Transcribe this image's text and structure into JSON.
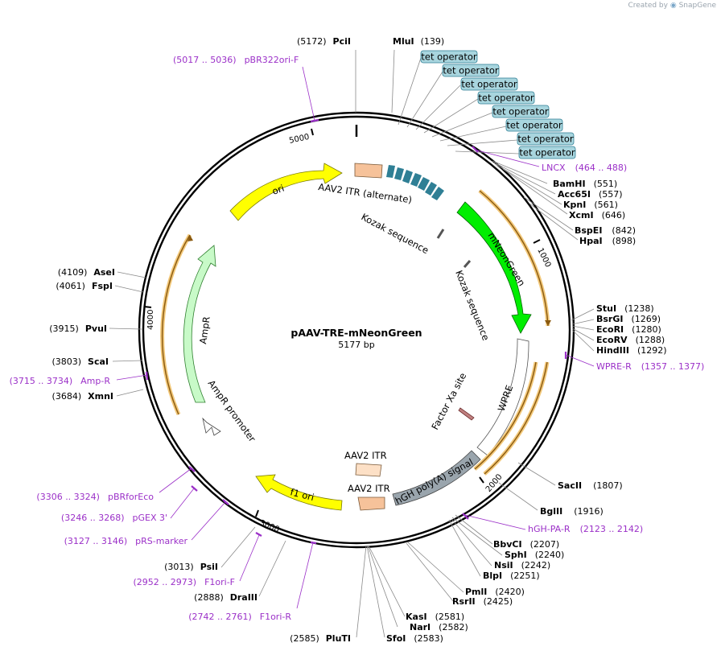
{
  "brand": {
    "prefix": "Created by",
    "name": "SnapGene"
  },
  "plasmid": {
    "name": "pAAV-TRE-mNeonGreen",
    "size_label": "5177 bp",
    "length": 5177
  },
  "ticks": [
    {
      "pos": 1000,
      "label": "1000"
    },
    {
      "pos": 2000,
      "label": "2000"
    },
    {
      "pos": 3000,
      "label": "3000"
    },
    {
      "pos": 4000,
      "label": "4000"
    },
    {
      "pos": 5000,
      "label": "5000"
    }
  ],
  "features": [
    {
      "name": "ori",
      "label": "ori",
      "color": "#ffff00",
      "arrow": "cw"
    },
    {
      "name": "mneongreen",
      "label": "mNeonGreen",
      "color": "#00ee00",
      "arrow": "cw"
    },
    {
      "name": "wpre",
      "label": "WPRE",
      "color": "#ffffff",
      "arrow": "none"
    },
    {
      "name": "hgh-polya",
      "label": "hGH poly(A) signal",
      "color": "#9aa5ad",
      "arrow": "cw"
    },
    {
      "name": "aav2-itr-box",
      "label": "AAV2 ITR",
      "color": "#f6c29a",
      "arrow": "none"
    },
    {
      "name": "aav2-itr-box-inner",
      "label": "AAV2 ITR",
      "color": "#fde0c6",
      "arrow": "none"
    },
    {
      "name": "f1-ori",
      "label": "f1 ori",
      "color": "#ffff00",
      "arrow": "ccw"
    },
    {
      "name": "ampr",
      "label": "AmpR",
      "color": "#c8fac8",
      "arrow": "ccw"
    },
    {
      "name": "ampr-promoter",
      "label": "AmpR promoter",
      "color": "#ffffff",
      "arrow": "ccw"
    },
    {
      "name": "aav2-itr-alternate",
      "label": "AAV2 ITR (alternate)",
      "color": "#f6c29a",
      "arrow": "none"
    },
    {
      "name": "tet-operator-cluster",
      "label": "",
      "color": "#2f7f95",
      "arrow": "none"
    },
    {
      "name": "kozak-1",
      "label": "Kozak sequence",
      "color": "#888888",
      "arrow": "none"
    },
    {
      "name": "kozak-2",
      "label": "Kozak sequence",
      "color": "#888888",
      "arrow": "none"
    },
    {
      "name": "factor-xa",
      "label": "Factor Xa site",
      "color": "#c08080",
      "arrow": "none"
    }
  ],
  "tet_operators": [
    "tet operator",
    "tet operator",
    "tet operator",
    "tet operator",
    "tet operator",
    "tet operator",
    "tet operator",
    "tet operator"
  ],
  "enzymes": [
    {
      "name": "PciI",
      "pos": "(5172)"
    },
    {
      "name": "MluI",
      "pos": "(139)"
    },
    {
      "name": "BamHI",
      "pos": "(551)"
    },
    {
      "name": "Acc65I",
      "pos": "(557)"
    },
    {
      "name": "KpnI",
      "pos": "(561)"
    },
    {
      "name": "XcmI",
      "pos": "(646)"
    },
    {
      "name": "BspEI",
      "pos": "(842)"
    },
    {
      "name": "HpaI",
      "pos": "(898)"
    },
    {
      "name": "StuI",
      "pos": "(1238)"
    },
    {
      "name": "BsrGI",
      "pos": "(1269)"
    },
    {
      "name": "EcoRI",
      "pos": "(1280)"
    },
    {
      "name": "EcoRV",
      "pos": "(1288)"
    },
    {
      "name": "HindIII",
      "pos": "(1292)"
    },
    {
      "name": "SacII",
      "pos": "(1807)"
    },
    {
      "name": "BglII",
      "pos": "(1916)"
    },
    {
      "name": "BbvCI",
      "pos": "(2207)"
    },
    {
      "name": "SphI",
      "pos": "(2240)"
    },
    {
      "name": "NsiI",
      "pos": "(2242)"
    },
    {
      "name": "BlpI",
      "pos": "(2251)"
    },
    {
      "name": "PmlI",
      "pos": "(2420)"
    },
    {
      "name": "RsrII",
      "pos": "(2425)"
    },
    {
      "name": "KasI",
      "pos": "(2581)"
    },
    {
      "name": "NarI",
      "pos": "(2582)"
    },
    {
      "name": "SfoI",
      "pos": "(2583)"
    },
    {
      "name": "PluTI",
      "pos": "(2585)"
    },
    {
      "name": "DraIII",
      "pos": "(2888)"
    },
    {
      "name": "PsiI",
      "pos": "(3013)"
    },
    {
      "name": "XmnI",
      "pos": "(3684)"
    },
    {
      "name": "ScaI",
      "pos": "(3803)"
    },
    {
      "name": "PvuI",
      "pos": "(3915)"
    },
    {
      "name": "FspI",
      "pos": "(4061)"
    },
    {
      "name": "AseI",
      "pos": "(4109)"
    }
  ],
  "primers": [
    {
      "name": "pBR322ori-F",
      "range": "(5017 .. 5036)"
    },
    {
      "name": "LNCX",
      "range": "(464 .. 488)"
    },
    {
      "name": "WPRE-R",
      "range": "(1357 .. 1377)"
    },
    {
      "name": "hGH-PA-R",
      "range": "(2123 .. 2142)"
    },
    {
      "name": "Amp-R",
      "range": "(3715 .. 3734)"
    },
    {
      "name": "pBRforEco",
      "range": "(3306 .. 3324)"
    },
    {
      "name": "pGEX 3'",
      "range": "(3246 .. 3268)"
    },
    {
      "name": "pRS-marker",
      "range": "(3127 .. 3146)"
    },
    {
      "name": "F1ori-F",
      "range": "(2952 .. 2973)"
    },
    {
      "name": "F1ori-R",
      "range": "(2742 .. 2761)"
    }
  ]
}
